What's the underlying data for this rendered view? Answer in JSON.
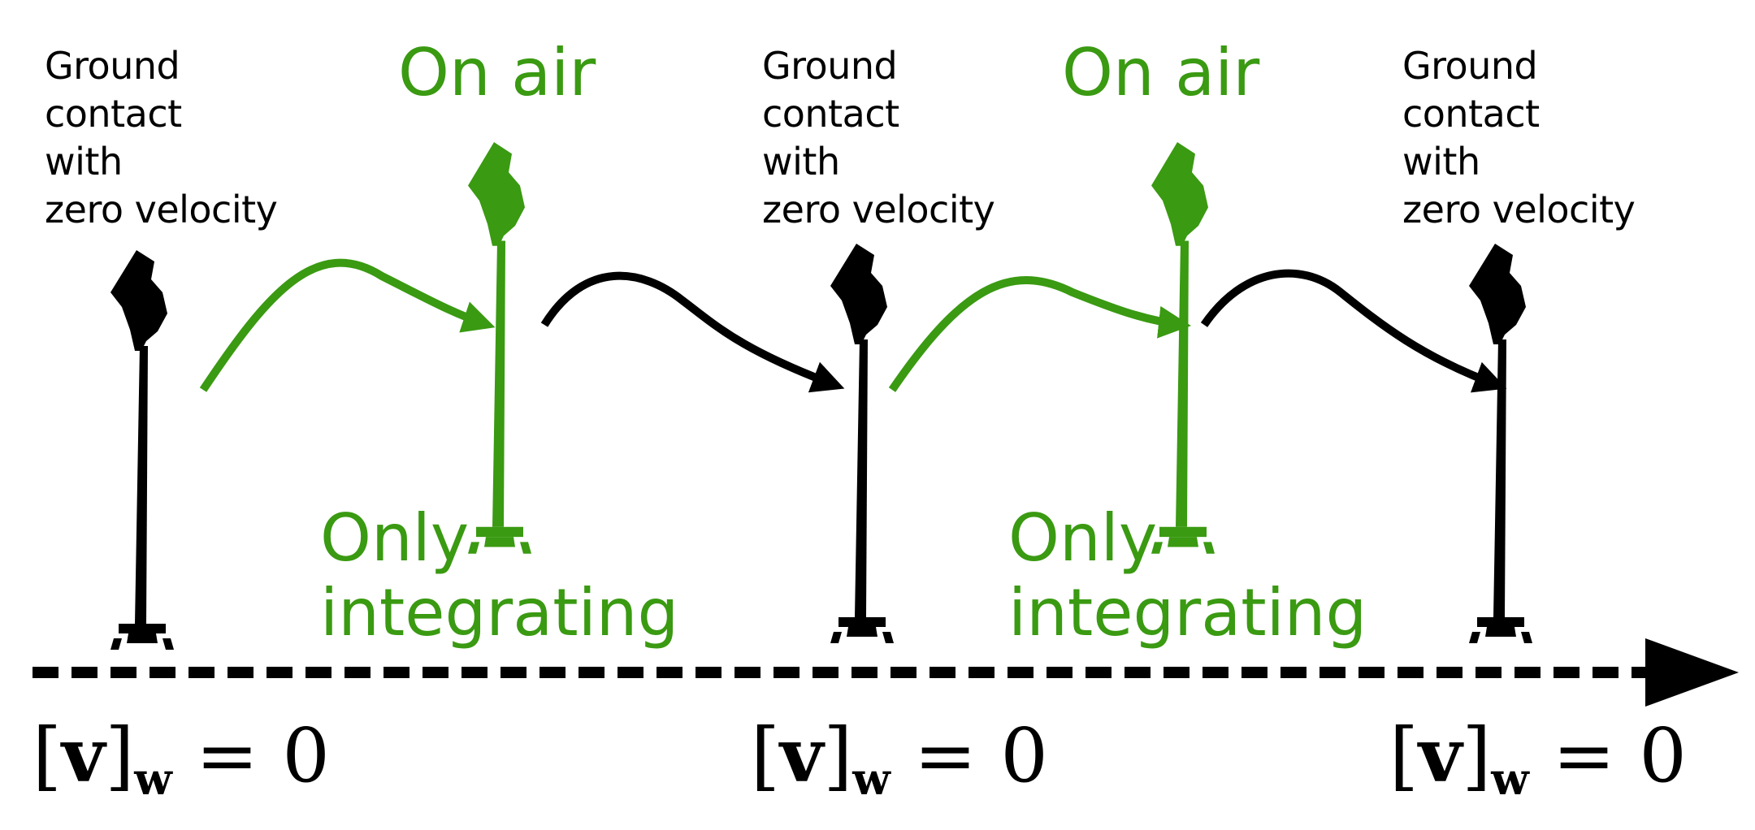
{
  "colors": {
    "accent": "#3a9a12",
    "ink": "#000000",
    "background": "#ffffff"
  },
  "labels": {
    "ground_contact": [
      "Ground",
      "contact",
      "with",
      "zero velocity"
    ],
    "on_air": "On air",
    "only_integrating": [
      "Only",
      "integrating"
    ]
  },
  "formula": {
    "open": "[",
    "v": "v",
    "close": "]",
    "sub": "w",
    "equals": " = 0"
  },
  "icons": {
    "foot_sensor": "foot-ground-sensor-icon",
    "transition_arrow": "curved-arrow-icon",
    "time_axis": "dashed-arrow-icon"
  }
}
